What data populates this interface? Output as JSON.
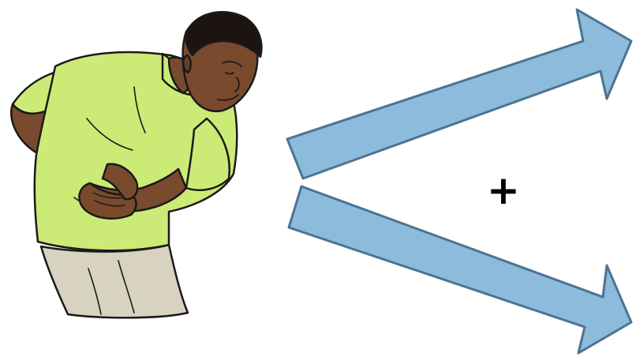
{
  "diagram": {
    "plus_symbol": "+",
    "illustration": {
      "subject": "man-holding-stomach-illustration",
      "shirt_color": "#ccea76",
      "pants_color": "#d8d2c0",
      "skin_color": "#7a4a2e",
      "hair_color": "#1c1410"
    },
    "arrows": {
      "fill_color": "#8cbbdb",
      "stroke_color": "#4d7391",
      "items": [
        {
          "direction": "up-right"
        },
        {
          "direction": "down-right"
        }
      ]
    }
  }
}
